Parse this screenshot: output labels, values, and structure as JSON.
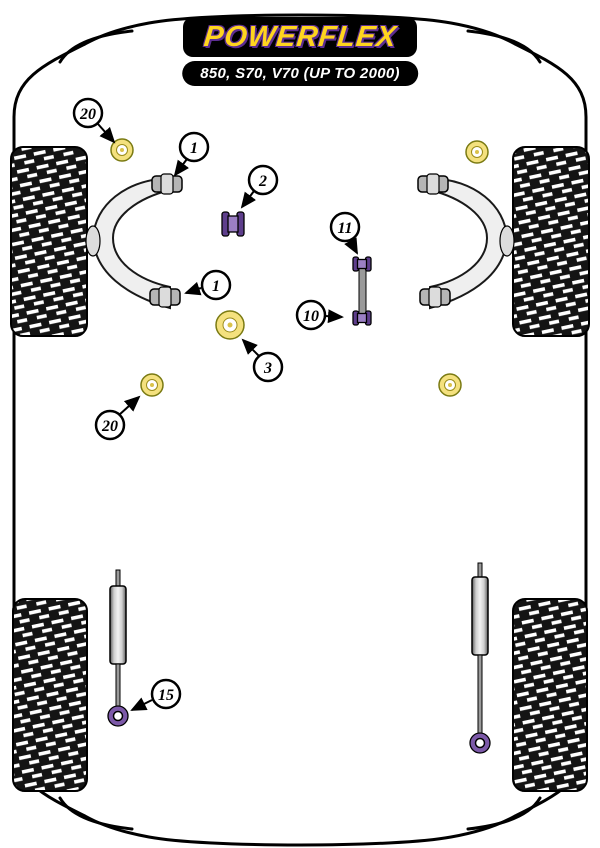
{
  "page": {
    "logo_text": "POWERFLEX",
    "subtitle": "850, S70, V70 (UP TO 2000)"
  },
  "colors": {
    "bushing_yellow": "#F4E17E",
    "bushing_yellow_dot": "#D9C24A",
    "bushing_purple": "#7C59A8",
    "bushing_purple_dark": "#5E3E8C",
    "bushing_purple_light": "#9B7FC4",
    "logo_yellow": "#FFD51E",
    "logo_purple": "#5C2D91",
    "banner_bg": "#000000"
  },
  "callouts": [
    {
      "label": "20"
    },
    {
      "label": "1"
    },
    {
      "label": "2"
    },
    {
      "label": "11"
    },
    {
      "label": "1"
    },
    {
      "label": "10"
    },
    {
      "label": "3"
    },
    {
      "label": "20"
    },
    {
      "label": "15"
    }
  ]
}
